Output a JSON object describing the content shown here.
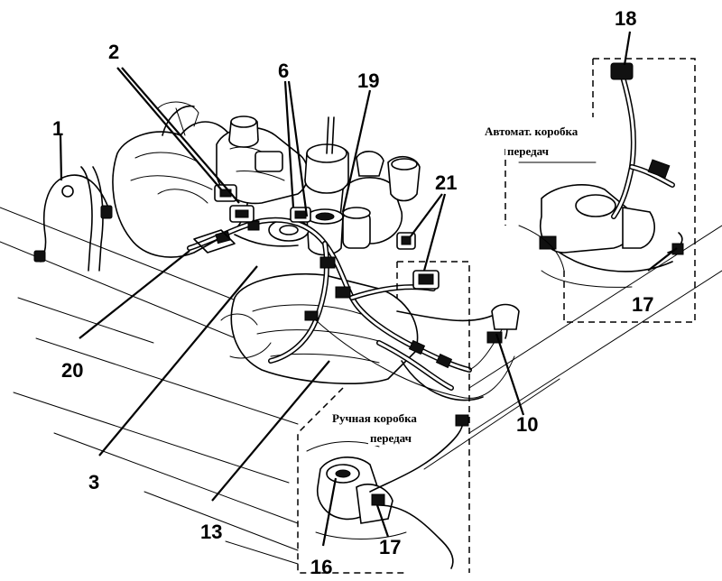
{
  "callouts": {
    "c1": "1",
    "c2": "2",
    "c3": "3",
    "c6": "6",
    "c10": "10",
    "c13": "13",
    "c16": "16",
    "c17a": "17",
    "c17b": "17",
    "c18": "18",
    "c19": "19",
    "c20": "20",
    "c21": "21"
  },
  "insets": {
    "automatic_line1": "Автомат. коробка",
    "automatic_line2": "передач",
    "manual_line1": "Ручная коробка",
    "manual_line2": "передач"
  }
}
